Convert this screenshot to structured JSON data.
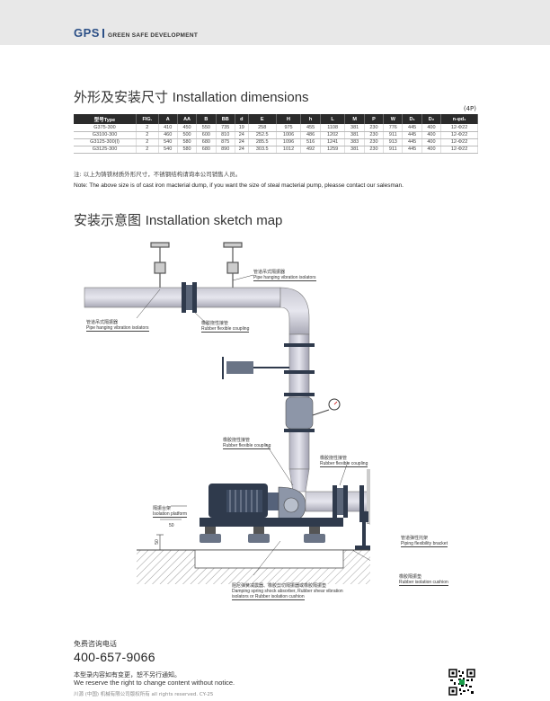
{
  "header": {
    "logo": "GPS",
    "tagline": "GREEN SAFE DEVELOPMENT"
  },
  "section1": {
    "title_cn": "外形及安装尺寸",
    "title_en": "Installation dimensions",
    "unit_note": "(4P)"
  },
  "table": {
    "headers": [
      "型号Type",
      "FIG.",
      "A",
      "AA",
      "B",
      "BB",
      "d",
      "E",
      "H",
      "h",
      "L",
      "M",
      "P",
      "W",
      "D₁",
      "D₂",
      "n-φd₁"
    ],
    "rows": [
      [
        "G375-300",
        "2",
        "410",
        "450",
        "550",
        "735",
        "19",
        "258",
        "975",
        "455",
        "1108",
        "381",
        "230",
        "776",
        "445",
        "400",
        "12-Φ22"
      ],
      [
        "G3100-300",
        "2",
        "460",
        "500",
        "600",
        "810",
        "24",
        "252.5",
        "1006",
        "486",
        "1202",
        "381",
        "230",
        "911",
        "445",
        "400",
        "12-Φ22"
      ],
      [
        "G3125-300(I)",
        "2",
        "540",
        "580",
        "680",
        "875",
        "24",
        "285.5",
        "1096",
        "516",
        "1241",
        "383",
        "230",
        "913",
        "445",
        "400",
        "12-Φ22"
      ],
      [
        "G3125-300",
        "2",
        "540",
        "580",
        "680",
        "890",
        "24",
        "303.5",
        "1012",
        "492",
        "1259",
        "381",
        "230",
        "911",
        "445",
        "400",
        "12-Φ22"
      ]
    ]
  },
  "note_cn": "注: 以上为铸铁材质外形尺寸，不锈钢结构请询本公司销售人员。",
  "note_en": "Note: The above size is of cast iron macterial dump, if you want the size of steal macterial pump, pleasse contact our salesman.",
  "section2": {
    "title_cn": "安装示意图",
    "title_en": "Installation sketch map"
  },
  "labels": {
    "pipe_hanging_top_cn": "管道吊式隔振器",
    "pipe_hanging_top_en": "Pipe hanging vibration isolators",
    "pipe_hanging_left_cn": "管道吊式隔振器",
    "pipe_hanging_left_en": "Pipe hanging vibration isolators",
    "rubber_coupling_1_cn": "橡胶挠性接管",
    "rubber_coupling_1_en": "Rubber flexible coupling",
    "rubber_coupling_2_cn": "橡胶挠性接管",
    "rubber_coupling_2_en": "Rubber flexible coupling",
    "rubber_coupling_3_cn": "橡胶挠性接管",
    "rubber_coupling_3_en": "Rubber flexible coupling",
    "platform_cn": "隔振台架",
    "platform_en": "Isolation platform",
    "dim_50_a": "50",
    "dim_50_b": "50",
    "bracket_cn": "管道弹性托架",
    "bracket_en": "Piping flexibility bracket",
    "cushion_cn": "橡胶隔振垫",
    "cushion_en": "Rubber isolation cushion",
    "damping_cn": "阻尼弹簧减震器、橡胶剪切隔振器或橡胶隔振垫",
    "damping_en1": "Damping spring shock absorber, Rubber shear vibration",
    "damping_en2": "isolators or Rubber isolation cushion"
  },
  "footer": {
    "hotline_cn": "免费咨询电话",
    "phone": "400-657-9066",
    "notice_cn": "本型录内容如有变更，恕不另行通知。",
    "notice_en": "We reserve the right to change content without notice.",
    "copyright": "川源 (中国) 机械有限公司版权所有 all rights reserved. CY-25"
  }
}
